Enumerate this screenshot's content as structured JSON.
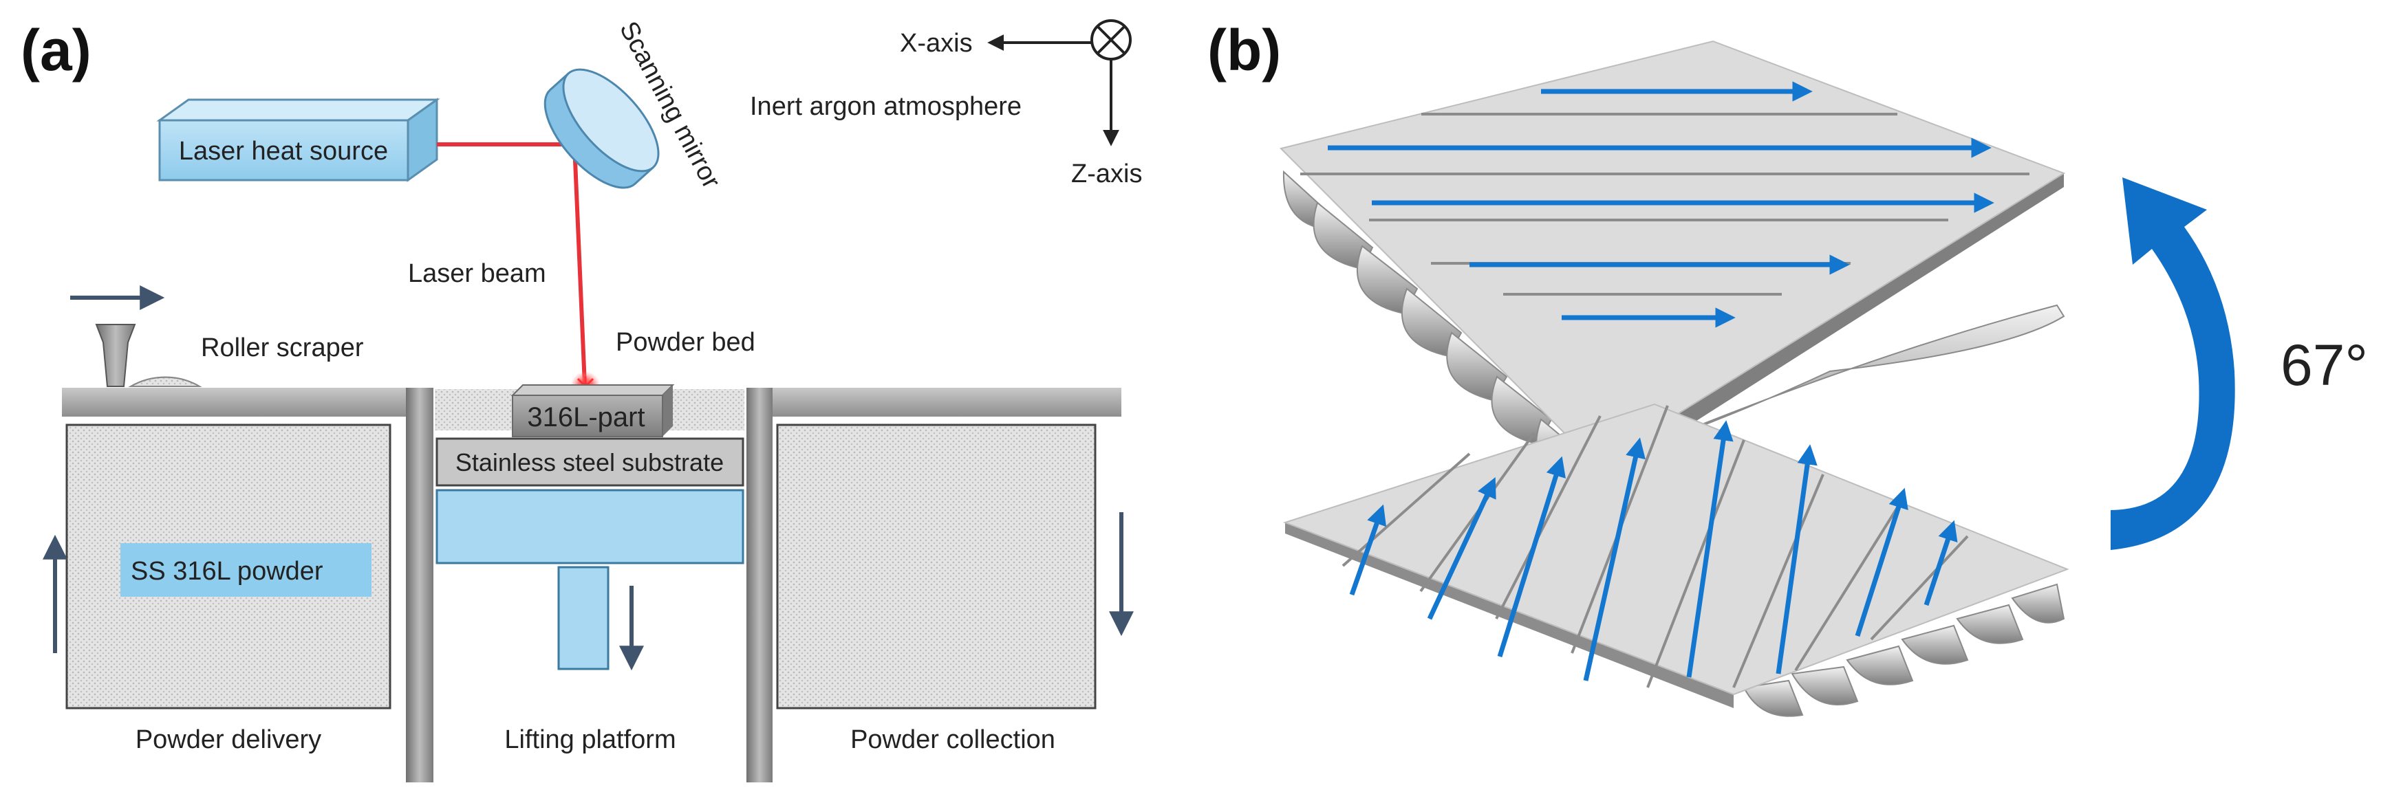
{
  "panel_a": {
    "letter": "(a)",
    "laser_heat_source": "Laser heat source",
    "scanning_mirror": "Scanning mirror",
    "laser_beam": "Laser beam",
    "x_axis": "X-axis",
    "z_axis": "Z-axis",
    "atmosphere": "Inert argon atmosphere",
    "roller_scraper": "Roller scraper",
    "powder_bed": "Powder bed",
    "part": "316L-part",
    "substrate": "Stainless steel substrate",
    "powder": "SS 316L powder",
    "powder_delivery": "Powder delivery",
    "lifting_platform": "Lifting platform",
    "powder_collection": "Powder collection"
  },
  "panel_b": {
    "letter": "(b)",
    "rotation_angle": "67°"
  },
  "colors": {
    "laser": "#e8323a",
    "blue_box": "#a9d8f2",
    "scan_arrow": "#1377cf",
    "rotation_arrow": "#1070c8",
    "plate_top": "#dcdcdc",
    "plate_edge": "#8c8c8c",
    "wall": "#8a8a8a",
    "axis_arrow": "#41546e"
  }
}
